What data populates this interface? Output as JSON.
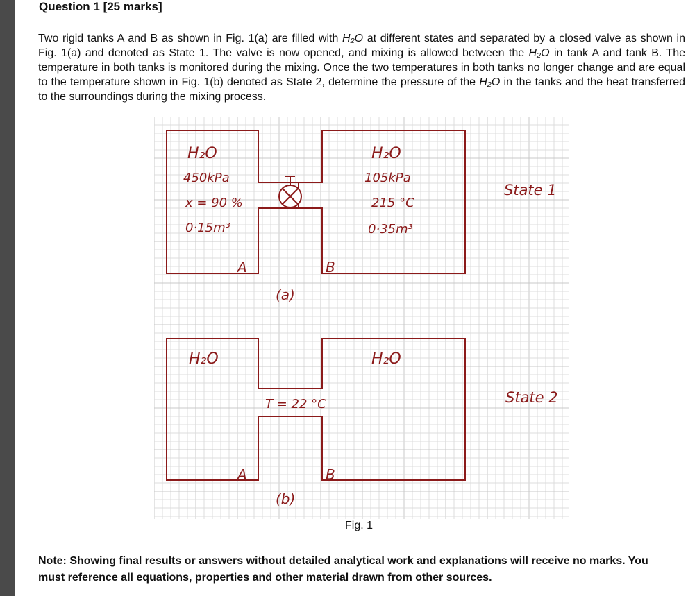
{
  "question": {
    "heading": "Question 1 [25 marks]",
    "text": [
      {
        "t": "Two rigid tanks A and B as shown in Fig. 1(a) are filled with "
      },
      {
        "t": "H₂O",
        "i": true
      },
      {
        "t": " at different states and separated by a closed valve as shown in Fig. 1(a) and denoted as State 1. The valve is now opened, and mixing is allowed between the "
      },
      {
        "t": "H₂O",
        "i": true
      },
      {
        "t": " in tank A and tank B. The temperature in both tanks is monitored during the mixing. Once the two temperatures in both tanks no longer change and are equal to the temperature shown in Fig. 1(b) denoted as State 2, determine the pressure of the "
      },
      {
        "t": "H₂O",
        "i": true
      },
      {
        "t": " in the tanks and the heat transferred to the surroundings during the mixing process."
      }
    ]
  },
  "figure": {
    "caption": "Fig. 1",
    "state1": {
      "label": "State 1",
      "sub_label": "(a)",
      "tank_a": {
        "letter": "A",
        "lines": [
          "H₂O",
          "450kPa",
          "x = 90 %",
          "0·15m³"
        ]
      },
      "tank_b": {
        "letter": "B",
        "lines": [
          "H₂O",
          "105kPa",
          "215 °C",
          "0·35m³"
        ]
      }
    },
    "state2": {
      "label": "State 2",
      "sub_label": "(b)",
      "tank_a": {
        "letter": "A",
        "lines": [
          "H₂O"
        ]
      },
      "tank_b": {
        "letter": "B",
        "lines": [
          "H₂O"
        ]
      },
      "temperature": "T = 22 °C"
    }
  },
  "note": "Note: Showing final results or answers without detailed analytical work and explanations will receive no marks. You must reference all equations, properties and other material drawn from other sources.",
  "colors": {
    "ink": "#8b1a1a",
    "grid": "#dcdcdc",
    "grid_major": "#c8c8c8",
    "sidebar": "#4a4a4a"
  }
}
